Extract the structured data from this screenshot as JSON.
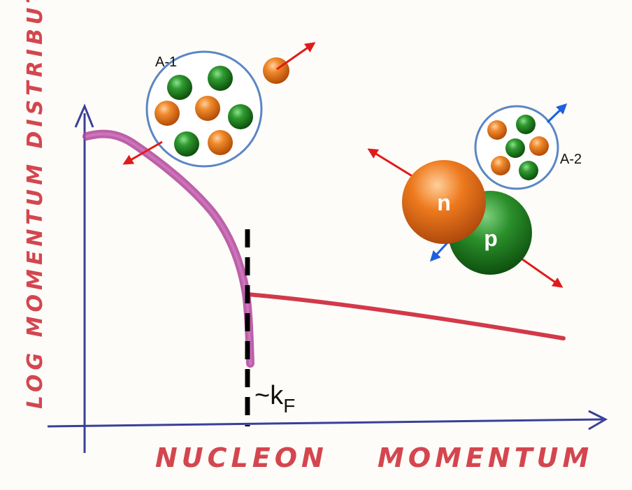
{
  "axes": {
    "y_label": "LOG MOMENTUM DISTRIBUTION",
    "x_label_1": "NUCLEON",
    "x_label_2": "MOMENTUM"
  },
  "fermi": {
    "prefix": "~k",
    "subscript": "F"
  },
  "clusters": {
    "a_minus_1": "A-1",
    "a_minus_2": "A-2"
  },
  "pair": {
    "neutron": "n",
    "proton": "p"
  },
  "colors": {
    "axis": "#3a3f99",
    "curve_low": "#b0459a",
    "curve_high": "#d2394a",
    "neutron": "#e8741f",
    "proton": "#238a23",
    "arrow_red": "#e01b1b",
    "arrow_blue": "#1e5fe0",
    "cluster_ring": "#5b86c4",
    "label_red": "#d4464f"
  }
}
